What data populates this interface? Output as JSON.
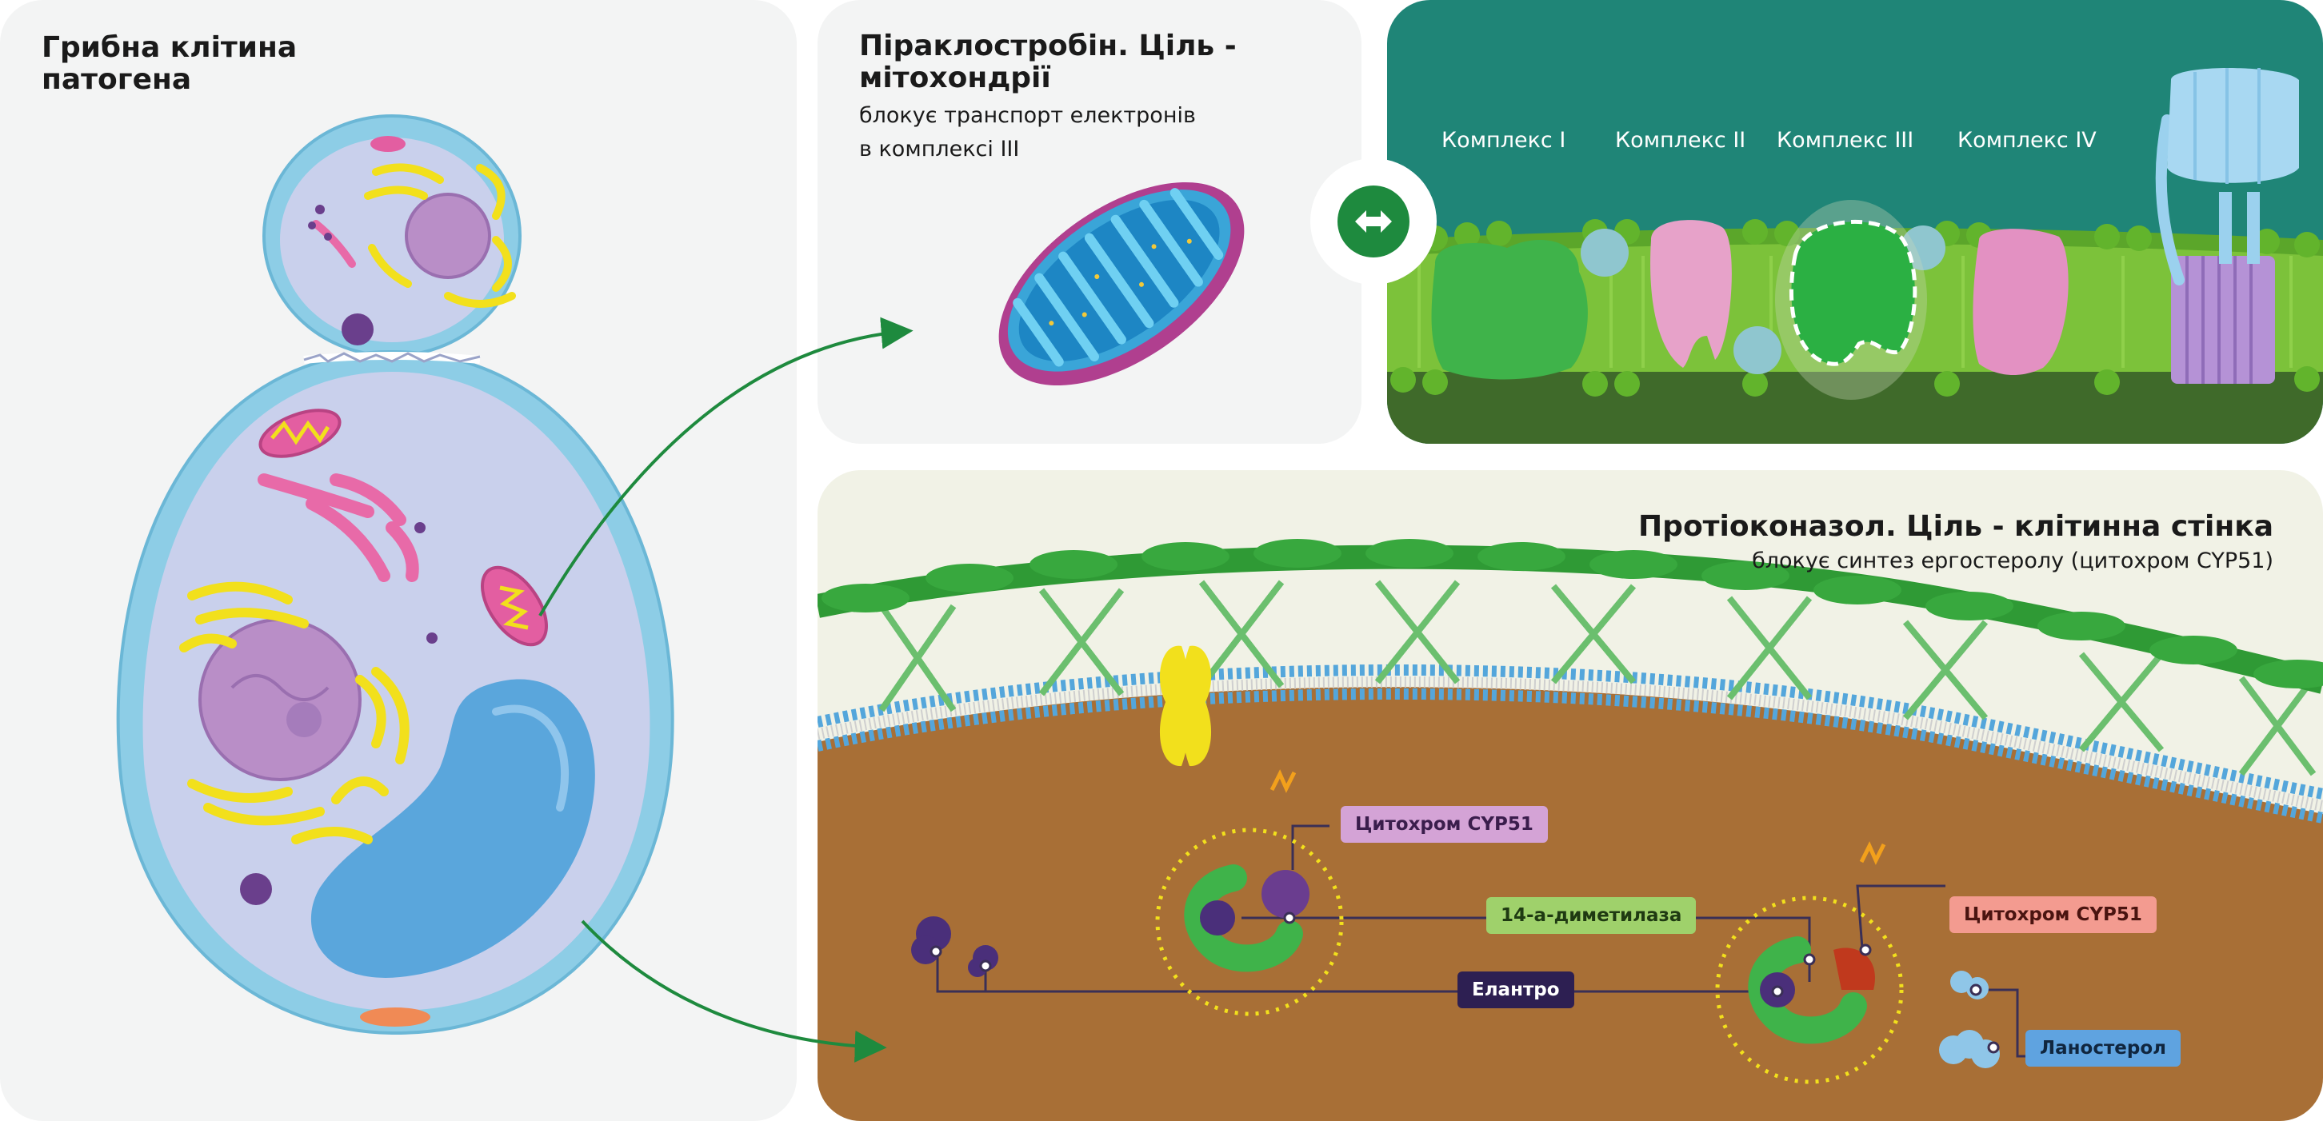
{
  "cell_panel": {
    "title_line1": "Грибна клітина",
    "title_line2": "патогена"
  },
  "mito_panel": {
    "title_line1": "Піраклостробін. Ціль -",
    "title_line2": "мітохондрії",
    "subtitle_line1": "блокує транспорт електронів",
    "subtitle_line2": "в комплексі III"
  },
  "etc_panel": {
    "complexes": [
      "Комплекс I",
      "Комплекс II",
      "Комплекс III",
      "Комплекс IV"
    ],
    "toggle_icon": "double-arrow-icon"
  },
  "wall_panel": {
    "title": "Протіоконазол. Ціль - клітинна стінка",
    "subtitle": "блокує синтез ергостеролу (цитохром CYP51)",
    "labels": {
      "cyp51_top": "Цитохром CYP51",
      "demethylase": "14-а-диметилаза",
      "cyp51_right": "Цитохром CYP51",
      "elantro": "Елантро",
      "lanosterol": "Ланостерол"
    }
  },
  "colors": {
    "arrow_green": "#1e8a3e",
    "etc_teal": "#1f8577",
    "membrane_green": "#7cc23a",
    "cytoplasm_brown": "#a86f36"
  }
}
